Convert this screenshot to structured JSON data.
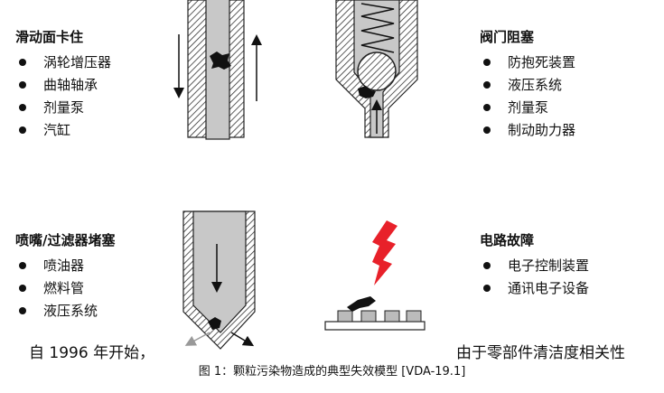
{
  "blocks": [
    {
      "title": "滑动面卡住",
      "items": [
        "涡轮增压器",
        "曲轴轴承",
        "剂量泵",
        "汽缸"
      ]
    },
    {
      "title": "阀门阻塞",
      "items": [
        "防抱死装置",
        "液压系统",
        "剂量泵",
        "制动助力器"
      ]
    },
    {
      "title": "喷嘴/过滤器堵塞",
      "items": [
        "喷油器",
        "燃料管",
        "液压系统"
      ]
    },
    {
      "title": "电路故障",
      "items": [
        "电子控制装置",
        "通讯电子设备"
      ]
    }
  ],
  "footer": {
    "left": "自 1996 年开始，",
    "right": "由于零部件清洁度相关性"
  },
  "caption": "图 1：颗粒污染物造成的典型失效模型 [VDA-19.1]",
  "colors": {
    "fill_gray": "#c8c8c8",
    "lightning": "#e8212a",
    "particle": "#111111"
  }
}
